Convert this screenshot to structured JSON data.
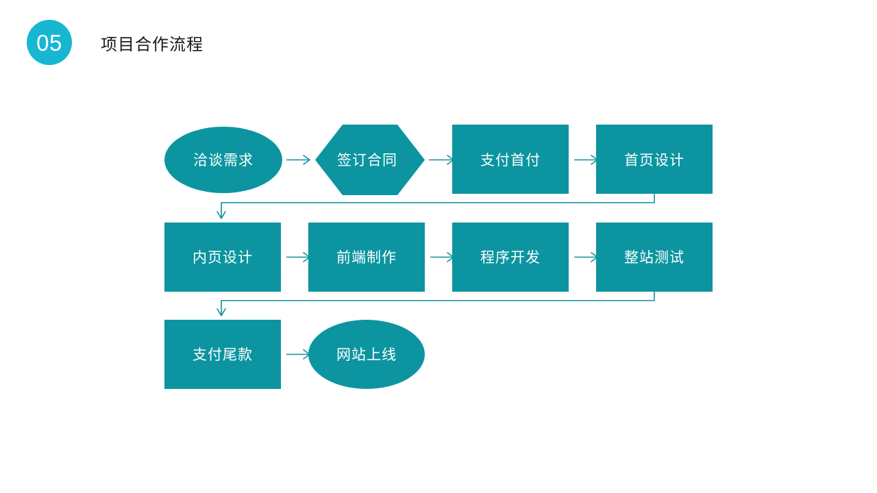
{
  "slide": {
    "background_color": "#ffffff",
    "accent_color": "#0c95a0",
    "badge_color": "#17b7d1",
    "connector_color": "#0c8f99"
  },
  "header": {
    "section_number": "05",
    "title": "项目合作流程"
  },
  "chart_data": {
    "type": "diagram",
    "title": "项目合作流程",
    "diagram_kind": "flowchart",
    "direction": "left-to-right, serpentine wrap",
    "nodes": [
      {
        "id": "n1",
        "label": "洽谈需求",
        "shape": "ellipse",
        "row": 1,
        "col": 1
      },
      {
        "id": "n2",
        "label": "签订合同",
        "shape": "hexagon",
        "row": 1,
        "col": 2
      },
      {
        "id": "n3",
        "label": "支付首付",
        "shape": "rectangle",
        "row": 1,
        "col": 3
      },
      {
        "id": "n4",
        "label": "首页设计",
        "shape": "rectangle",
        "row": 1,
        "col": 4
      },
      {
        "id": "n5",
        "label": "内页设计",
        "shape": "rectangle",
        "row": 2,
        "col": 1
      },
      {
        "id": "n6",
        "label": "前端制作",
        "shape": "rectangle",
        "row": 2,
        "col": 2
      },
      {
        "id": "n7",
        "label": "程序开发",
        "shape": "rectangle",
        "row": 2,
        "col": 3
      },
      {
        "id": "n8",
        "label": "整站测试",
        "shape": "rectangle",
        "row": 2,
        "col": 4
      },
      {
        "id": "n9",
        "label": "支付尾款",
        "shape": "rectangle",
        "row": 3,
        "col": 1
      },
      {
        "id": "n10",
        "label": "网站上线",
        "shape": "ellipse",
        "row": 3,
        "col": 2
      }
    ],
    "edges": [
      {
        "from": "n1",
        "to": "n2",
        "kind": "straight"
      },
      {
        "from": "n2",
        "to": "n3",
        "kind": "straight"
      },
      {
        "from": "n3",
        "to": "n4",
        "kind": "straight"
      },
      {
        "from": "n4",
        "to": "n5",
        "kind": "elbow-wrap"
      },
      {
        "from": "n5",
        "to": "n6",
        "kind": "straight"
      },
      {
        "from": "n6",
        "to": "n7",
        "kind": "straight"
      },
      {
        "from": "n7",
        "to": "n8",
        "kind": "straight"
      },
      {
        "from": "n8",
        "to": "n9",
        "kind": "elbow-wrap"
      },
      {
        "from": "n9",
        "to": "n10",
        "kind": "straight"
      }
    ]
  }
}
